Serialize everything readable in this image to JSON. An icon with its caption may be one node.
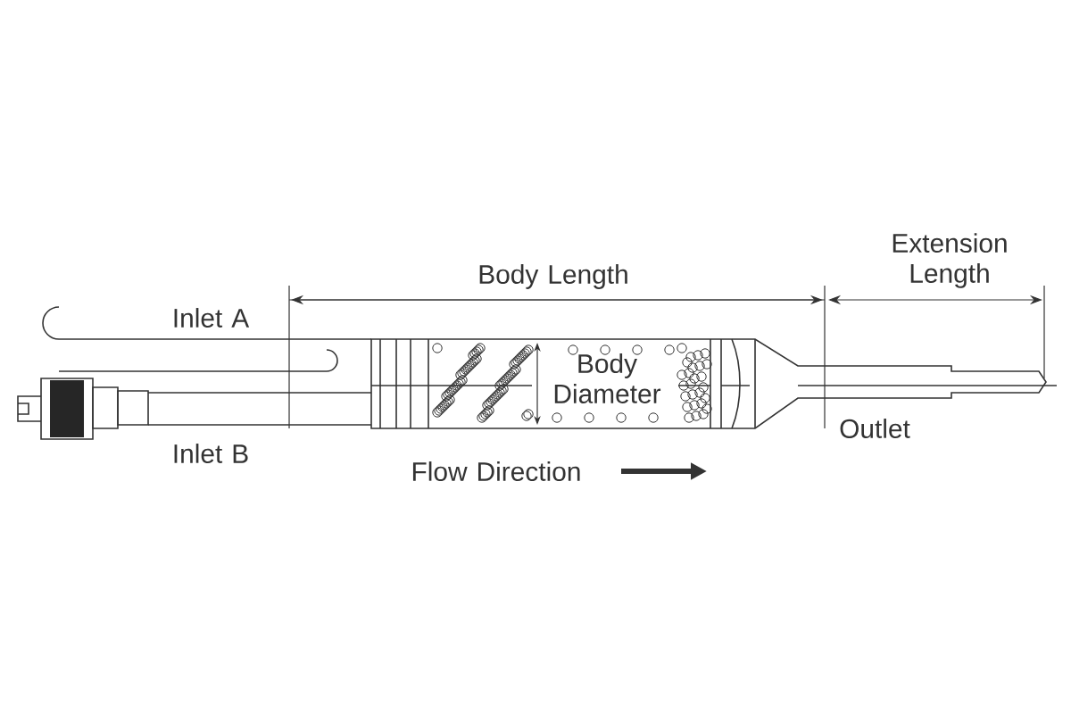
{
  "diagram": {
    "labels": [
      "Extension Length",
      "Body Length",
      "Inlet A",
      "Body Diameter",
      "Outlet",
      "Inlet B",
      "Flow Direction"
    ]
  }
}
